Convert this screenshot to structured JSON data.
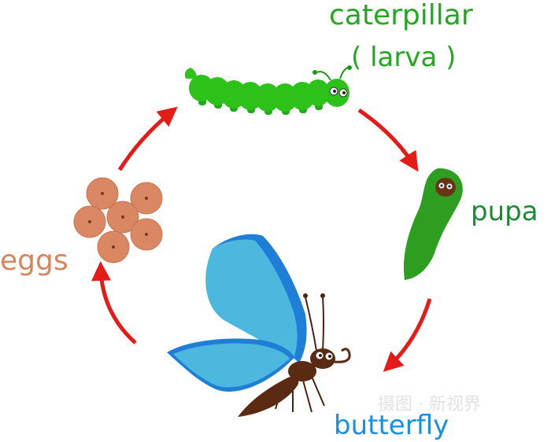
{
  "labels": {
    "caterpillar": "caterpillar",
    "larva": "( larva )",
    "pupa": "pupa",
    "eggs": "eggs",
    "butterfly": "butterfly"
  },
  "watermark": "摄图 · 新视界",
  "colors": {
    "arrow": "#e41b17",
    "caterpillar_text": "#22a81e",
    "caterpillar_body": "#2cc21a",
    "pupa_text": "#1c8a34",
    "pupa_body": "#2e9e20",
    "eggs_text": "#d8845c",
    "egg_fill": "#d98863",
    "butterfly_text": "#1a8fe0",
    "wing_light": "#4db8dd",
    "wing_dark": "#1f7fd6",
    "body_brown": "#5a2a12"
  },
  "stages": [
    "eggs",
    "caterpillar",
    "pupa",
    "butterfly"
  ]
}
